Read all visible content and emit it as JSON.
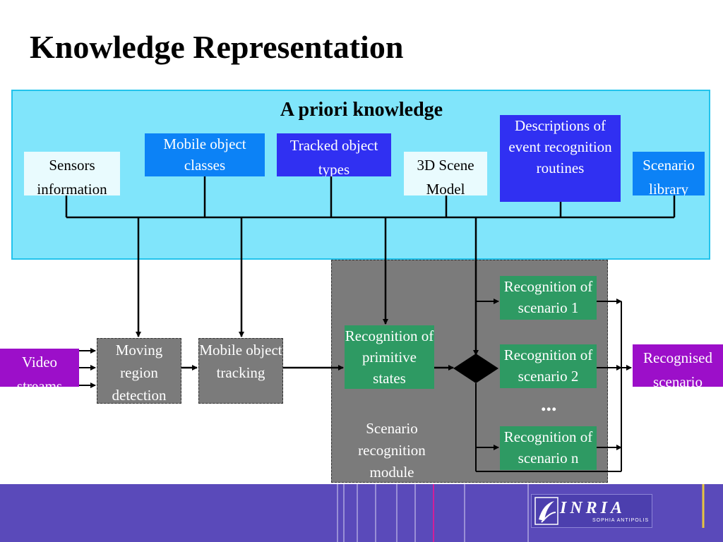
{
  "title": "Knowledge Representation",
  "apriori": {
    "heading": "A priori knowledge",
    "sensors": "Sensors information",
    "mobile_classes": "Mobile object classes",
    "tracked_types": "Tracked object types",
    "scene_model": "3D Scene Model",
    "descriptions": "Descriptions of event recognition routines",
    "scenario_library": "Scenario library"
  },
  "pipeline": {
    "video": "Video streams",
    "moving": "Moving region detection",
    "tracking": "Mobile object tracking",
    "primitive": "Recognition of primitive states",
    "module_label": "Scenario recognition module",
    "scen1": "Recognition of scenario 1",
    "scen2": "Recognition of scenario 2",
    "dots": "...",
    "scenn": "Recognition of scenario n",
    "output": "Recognised scenario"
  },
  "logo": {
    "text": "INRIA",
    "sub": "SOPHIA ANTIPOLIS"
  },
  "colors": {
    "panel": "#80e5fb",
    "blue_box": "#0c82f6",
    "violet_box": "#3030f2",
    "gray_box": "#7b7b7b",
    "green_box": "#2e9a63",
    "purple_box": "#9c0fc9",
    "footer": "#5a4aba"
  }
}
